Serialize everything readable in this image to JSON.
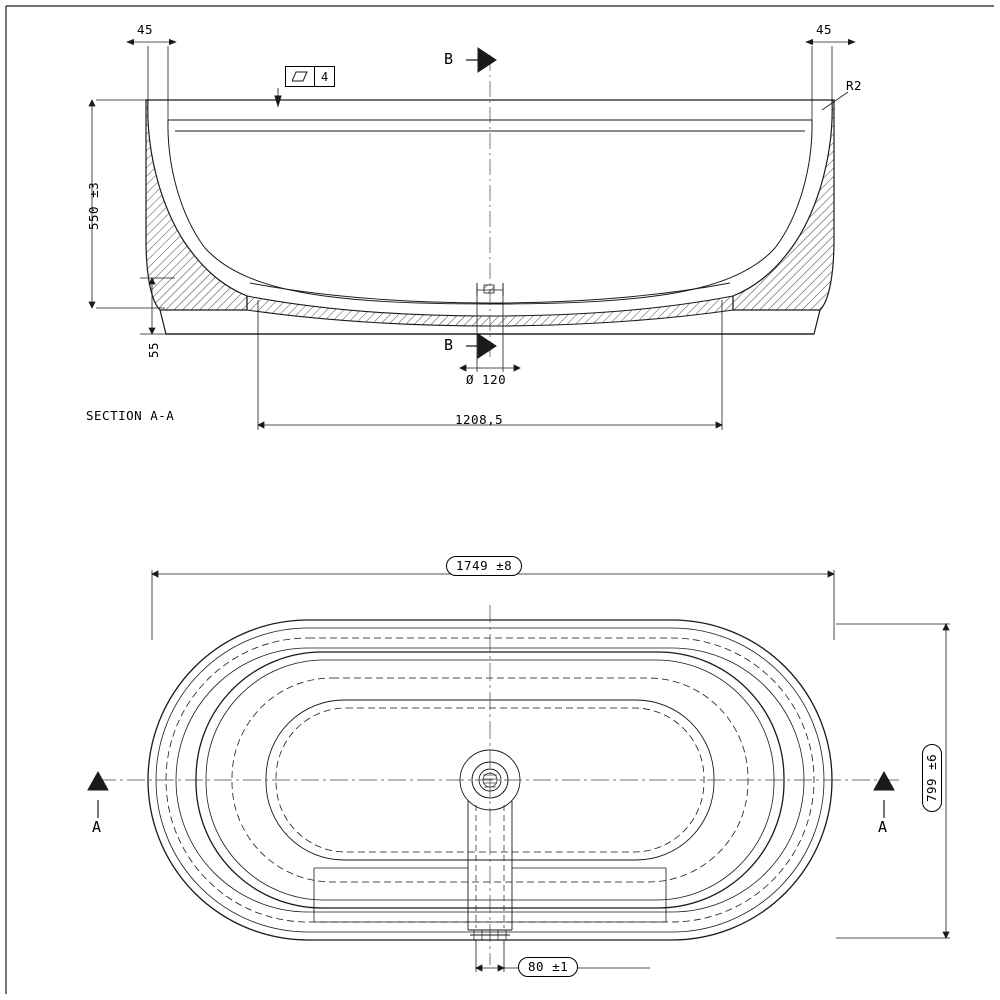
{
  "drawing": {
    "title": "Bathtub technical drawing",
    "sheet_bg": "#ffffff",
    "line_color": "#1a1a1a"
  },
  "section_view": {
    "caption": "SECTION A-A",
    "section_marker_top": "B",
    "section_marker_bottom": "B",
    "dimensions": {
      "left_wall_thickness": "45",
      "right_wall_thickness": "45",
      "overall_height": "550 ±3",
      "plinth_height": "55",
      "drain_diameter": "Ø 120",
      "base_width": "1208,5",
      "radius_note": "R2"
    },
    "surface_callout": {
      "symbol": "flatness-parallelogram",
      "value": "4"
    }
  },
  "plan_view": {
    "section_arrow_left": "A",
    "section_arrow_right": "A",
    "dimensions": {
      "overall_length": "1749 ±8",
      "overall_width": "799 ±6",
      "drain_offset": "80 ±1"
    }
  }
}
